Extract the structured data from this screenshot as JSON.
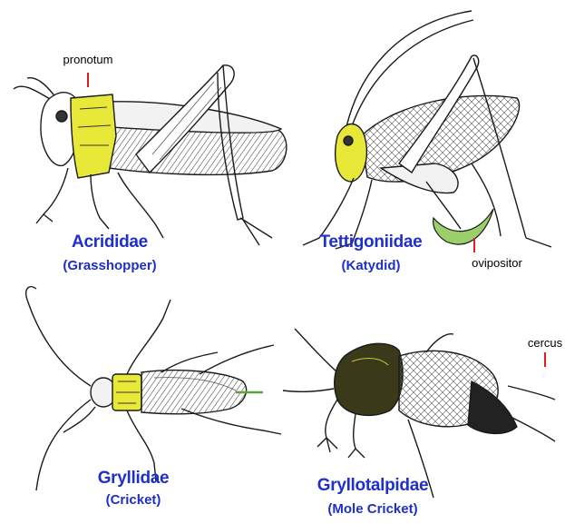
{
  "colors": {
    "label": "#1f2fc9",
    "pointer": "#e02020",
    "highlight": "#e8e838",
    "ovipositor": "#9bcf6a",
    "ink": "#1a1a1a"
  },
  "insects": [
    {
      "family": "Acrididae",
      "common": "(Grasshopper)"
    },
    {
      "family": "Tettigoniidae",
      "common": "(Katydid)"
    },
    {
      "family": "Gryllidae",
      "common": "(Cricket)"
    },
    {
      "family": "Gryllotalpidae",
      "common": "(Mole Cricket)"
    }
  ],
  "callouts": {
    "pronotum": "pronotum",
    "ovipositor": "ovipositor",
    "cercus": "cercus"
  }
}
